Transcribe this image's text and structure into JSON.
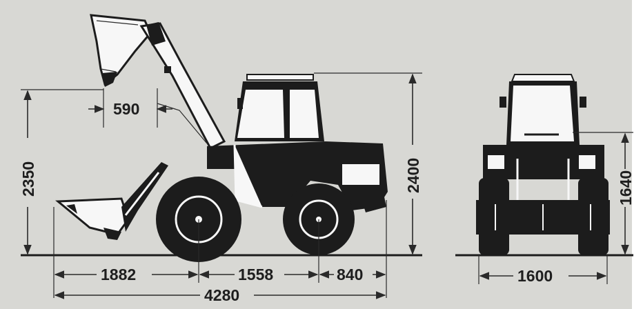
{
  "diagram": {
    "colors": {
      "background": "#d8d8d4",
      "ink": "#1c1c1c",
      "highlight": "#f7f7f7"
    },
    "dimensions": {
      "dump_reach": "590",
      "dump_height": "2350",
      "overall_height": "2400",
      "front_overhang": "1882",
      "wheelbase": "1558",
      "rear_overhang": "840",
      "overall_length": "4280",
      "front_height": "1640",
      "overall_width": "1600"
    }
  }
}
